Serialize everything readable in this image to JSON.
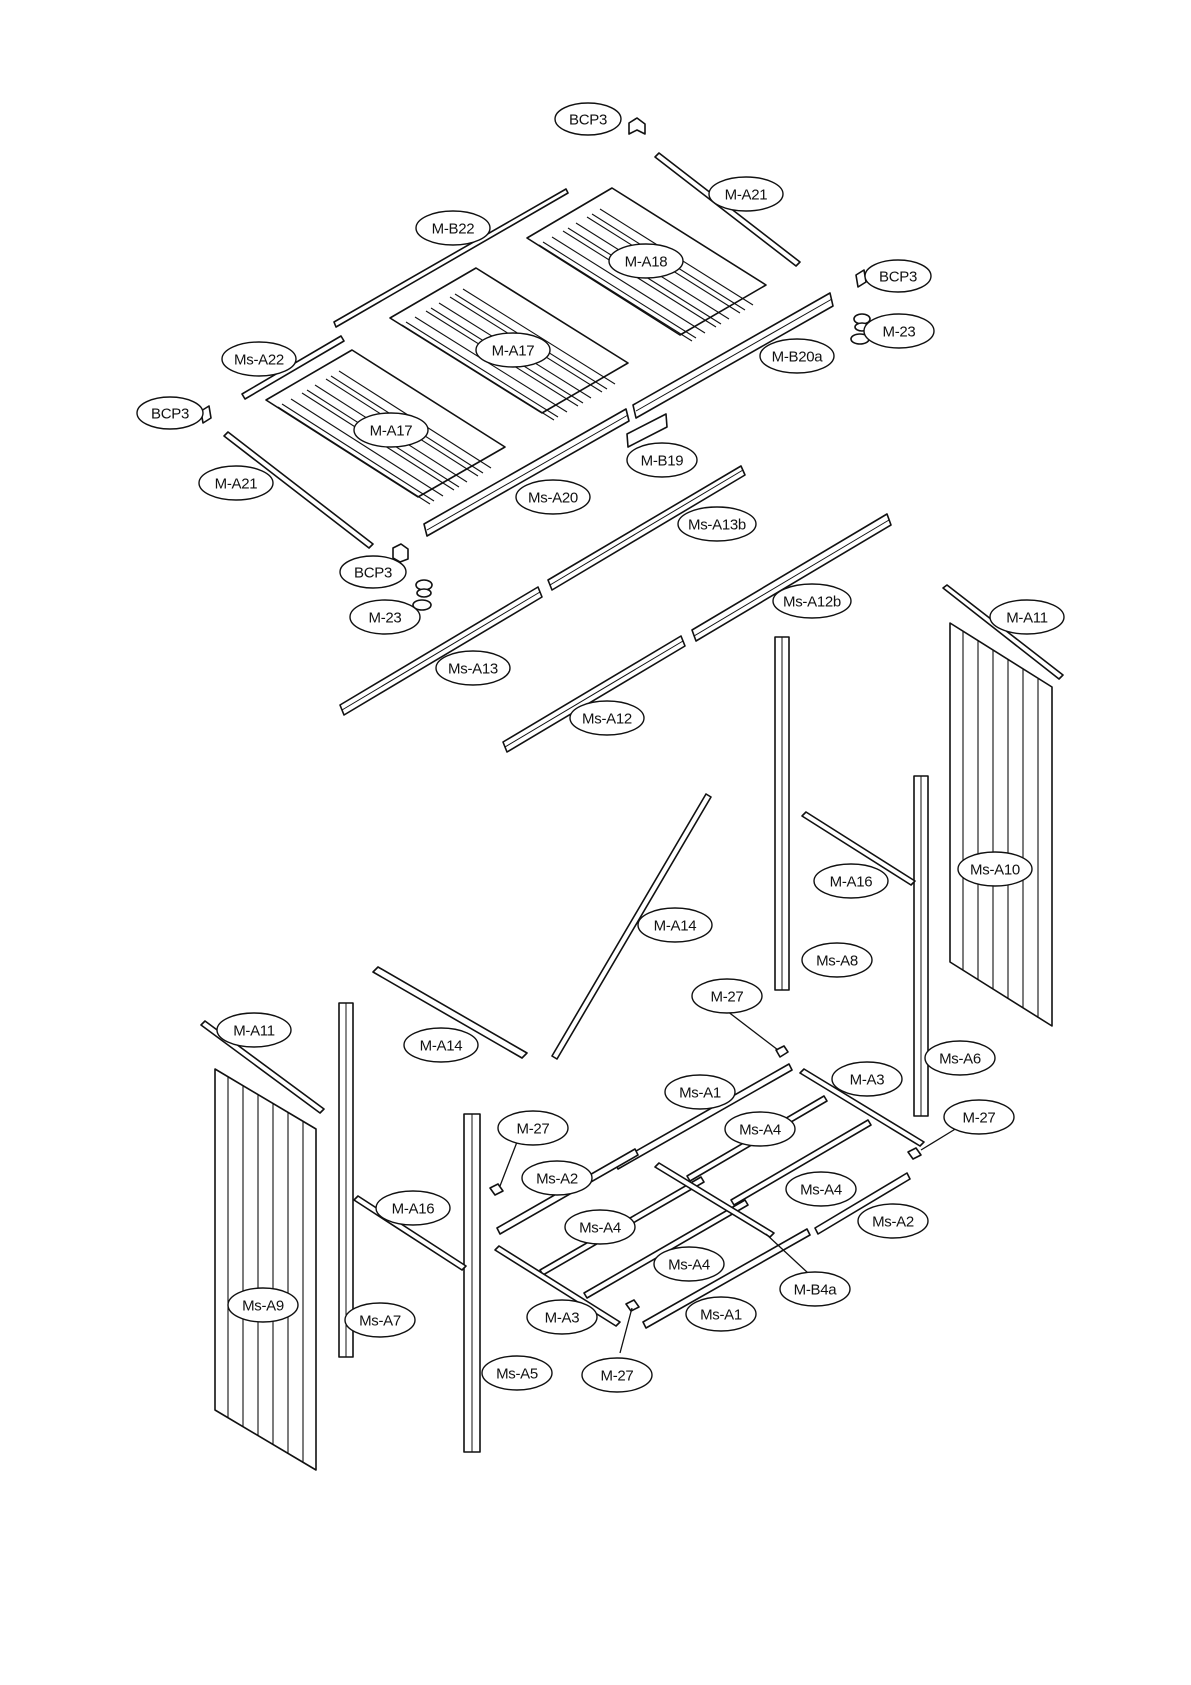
{
  "diagram": {
    "labels": {
      "bcp3_top": "BCP3",
      "ma21_top": "M-A21",
      "bcp3_right": "BCP3",
      "mb22": "M-B22",
      "ma18": "M-A18",
      "m23_right": "M-23",
      "mb20a": "M-B20a",
      "ms_a22": "Ms-A22",
      "ma17_mid": "M-A17",
      "bcp3_left": "BCP3",
      "ma17_left": "M-A17",
      "mb19": "M-B19",
      "ma21_left": "M-A21",
      "ms_a20": "Ms-A20",
      "ms_a13b": "Ms-A13b",
      "bcp3_bottom": "BCP3",
      "m23_left": "M-23",
      "ms_a12b": "Ms-A12b",
      "ma11_right": "M-A11",
      "ms_a13": "Ms-A13",
      "ms_a12": "Ms-A12",
      "ma16_right": "M-A16",
      "ms_a10": "Ms-A10",
      "ma14_diag": "M-A14",
      "ms_a8": "Ms-A8",
      "m27_top": "M-27",
      "ma11_left": "M-A11",
      "ma14_left": "M-A14",
      "ms_a6": "Ms-A6",
      "ms_a1_top": "Ms-A1",
      "ma3_right": "M-A3",
      "m27_right": "M-27",
      "m27_left": "M-27",
      "ms_a4_top": "Ms-A4",
      "ms_a2_left": "Ms-A2",
      "ma16_left": "M-A16",
      "ms_a4_right": "Ms-A4",
      "ms_a4_left": "Ms-A4",
      "ms_a2_right": "Ms-A2",
      "ms_a4_bottom": "Ms-A4",
      "mb4a": "M-B4a",
      "ms_a9": "Ms-A9",
      "ms_a7": "Ms-A7",
      "ma3_left": "M-A3",
      "ms_a1_bottom": "Ms-A1",
      "ms_a5": "Ms-A5",
      "m27_bottom": "M-27"
    }
  }
}
